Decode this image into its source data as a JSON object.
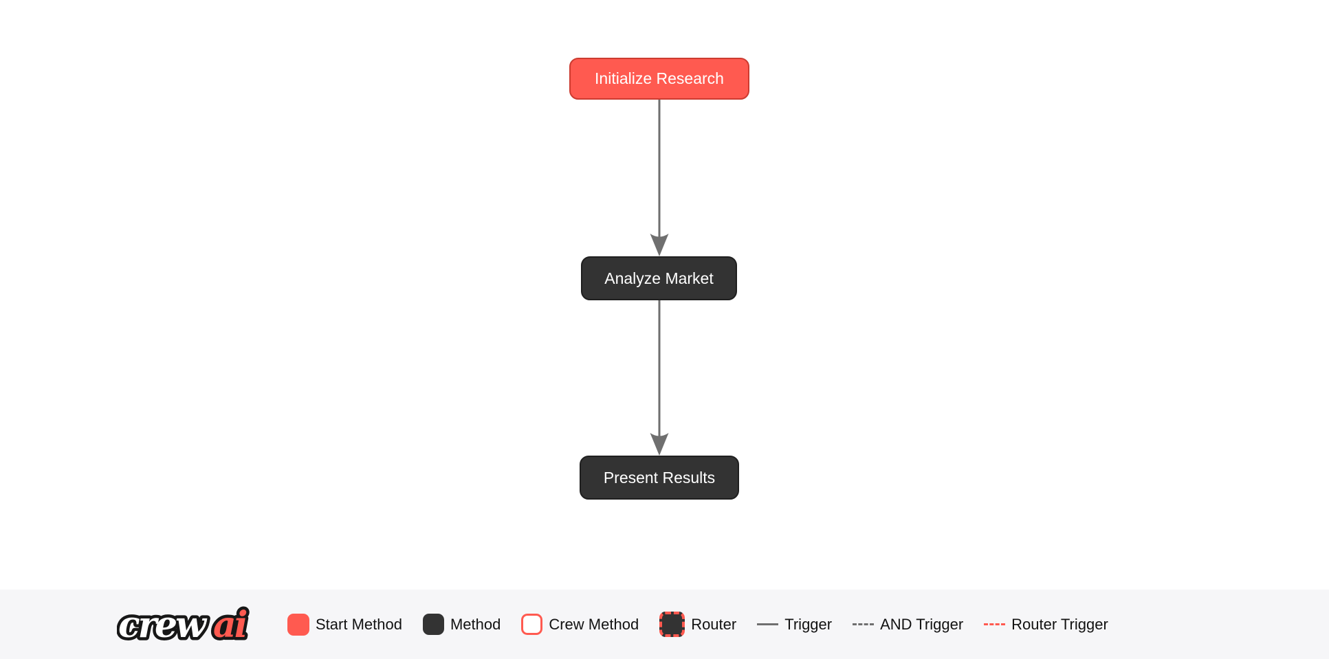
{
  "flow": {
    "nodes": [
      {
        "id": "initialize_research",
        "label": "Initialize Research",
        "type": "start_method"
      },
      {
        "id": "analyze_market",
        "label": "Analyze Market",
        "type": "method"
      },
      {
        "id": "present_results",
        "label": "Present Results",
        "type": "method"
      }
    ],
    "edges": [
      {
        "from": "initialize_research",
        "to": "analyze_market",
        "type": "trigger"
      },
      {
        "from": "analyze_market",
        "to": "present_results",
        "type": "trigger"
      }
    ]
  },
  "legend": {
    "logo": {
      "part_crew": "crew",
      "part_ai": "ai"
    },
    "items": [
      {
        "label": "Start Method",
        "swatch": "start-method-square"
      },
      {
        "label": "Method",
        "swatch": "method-square"
      },
      {
        "label": "Crew Method",
        "swatch": "crew-method-square"
      },
      {
        "label": "Router",
        "swatch": "router-square"
      },
      {
        "label": "Trigger",
        "swatch": "solid-gray-line"
      },
      {
        "label": "AND Trigger",
        "swatch": "dashed-gray-line"
      },
      {
        "label": "Router Trigger",
        "swatch": "dashed-red-line"
      }
    ]
  },
  "colors": {
    "start_method_fill": "#FF5A50",
    "start_method_border": "#CC3B30",
    "method_fill": "#333333",
    "trigger_line": "#6F6F6F",
    "router_trigger_line": "#FF5A50",
    "legend_background": "#F6F6F8",
    "canvas_background": "#FFFFFF",
    "node_text": "#FFFFFF",
    "legend_text": "#121212"
  }
}
